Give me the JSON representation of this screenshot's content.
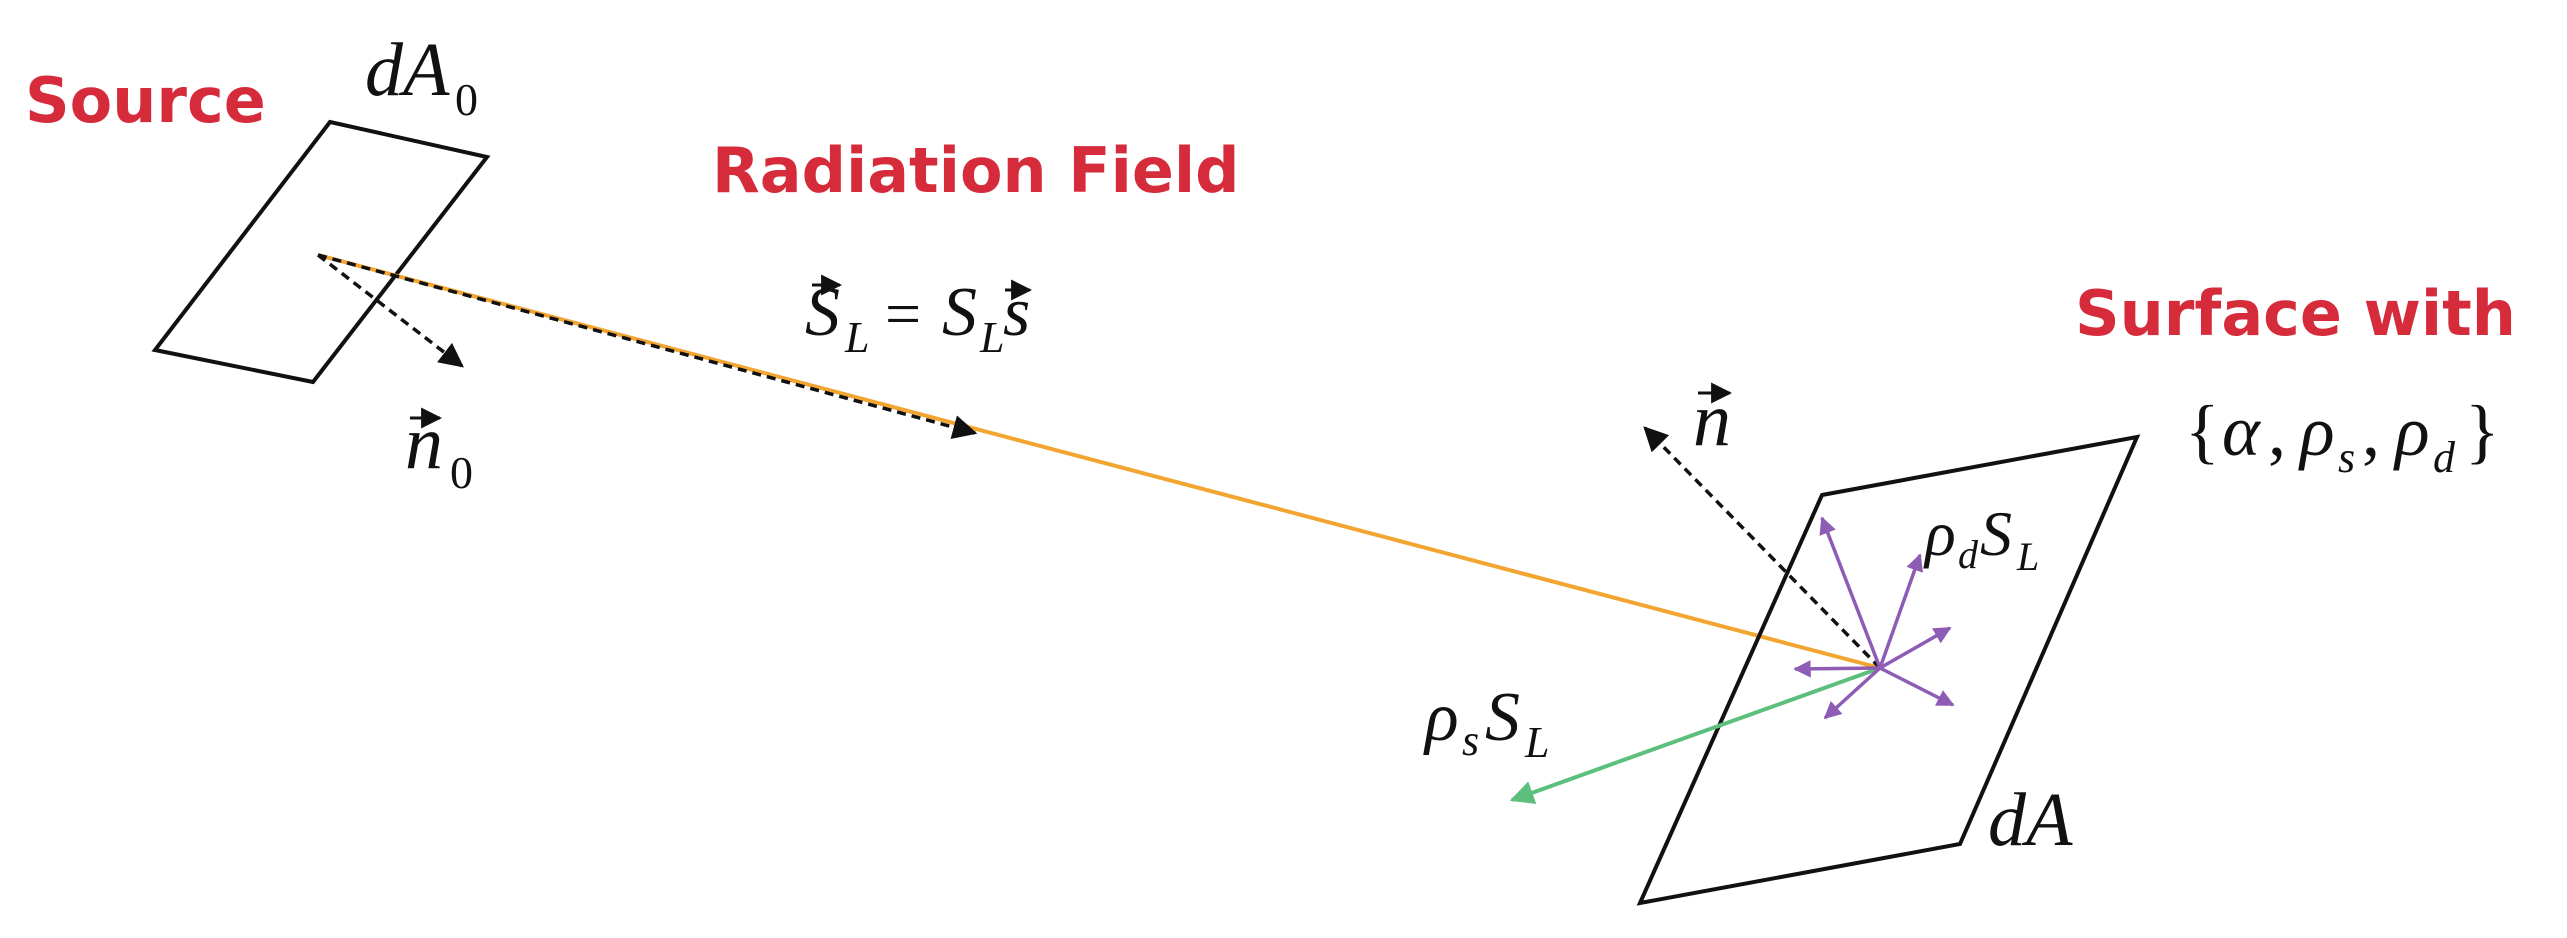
{
  "labels": {
    "source": "Source",
    "radiation_field": "Radiation Field",
    "surface_with": "Surface with"
  },
  "math": {
    "source_area": "dA",
    "source_area_sub": "0",
    "source_normal": "n",
    "source_normal_sub": "0",
    "field_lhs": "S",
    "field_lhs_sub": "L",
    "field_eq": "=",
    "field_rhs": "S",
    "field_rhs_sub": "L",
    "field_dir": "s",
    "surface_normal": "n",
    "surface_props_open": "{",
    "surface_props_alpha": "α",
    "surface_props_comma1": ",",
    "surface_props_rho_s": "ρ",
    "surface_props_rho_s_sub": "s",
    "surface_props_comma2": ",",
    "surface_props_rho_d": "ρ",
    "surface_props_rho_d_sub": "d",
    "surface_props_close": "}",
    "diffuse_rho": "ρ",
    "diffuse_rho_sub": "d",
    "diffuse_S": "S",
    "diffuse_S_sub": "L",
    "specular_rho": "ρ",
    "specular_rho_sub": "s",
    "specular_S": "S",
    "specular_S_sub": "L",
    "surface_area": "dA"
  },
  "colors": {
    "label_red": "#d62b3a",
    "ray_orange": "#f2a531",
    "diffuse_purple": "#8e5bb5",
    "specular_green": "#5cc07c",
    "line_black": "#111111"
  }
}
